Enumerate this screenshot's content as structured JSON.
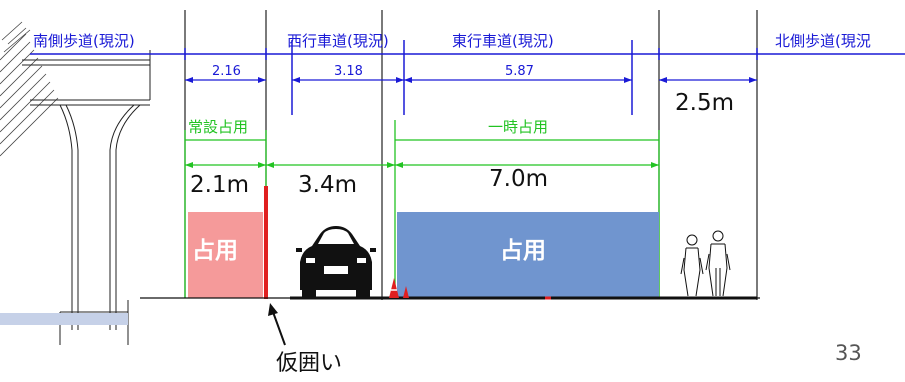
{
  "sections": {
    "south_sidewalk": "南側歩道(現況)",
    "westbound_lane": "西行車道(現況)",
    "eastbound_lane": "東行車道(現況)",
    "north_sidewalk": "北側歩道(現況"
  },
  "existing_dimensions": {
    "south_sidewalk": "2.16",
    "westbound_lane": "3.18",
    "eastbound_lane": "5.87",
    "north_sidewalk": "2.5m"
  },
  "occupancy": {
    "permanent_label": "常設占用",
    "temporary_label": "一時占用",
    "permanent_width": "2.1m",
    "remaining_lane_width": "3.4m",
    "temporary_width": "7.0m",
    "zone_text": "占用"
  },
  "annotation": {
    "temporary_fence": "仮囲い"
  },
  "page_number": "33",
  "colors": {
    "dimension_lines": "#1a1ad6",
    "occupancy_lines": "#22c322",
    "permanent_zone": "#f59a9a",
    "temporary_zone": "#7095cf",
    "fence": "#e02020"
  }
}
